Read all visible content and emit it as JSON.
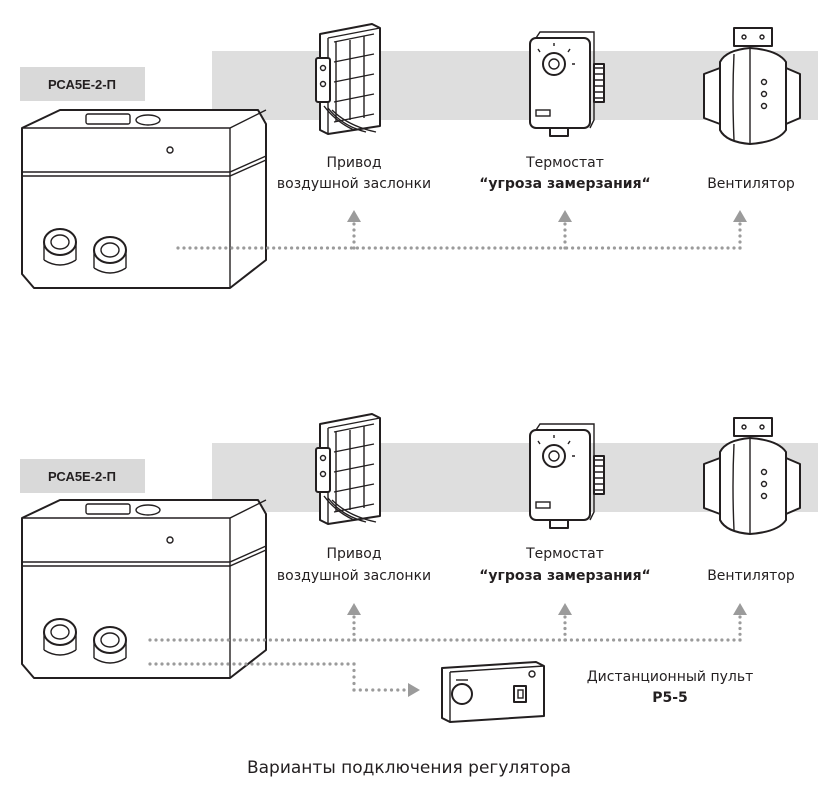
{
  "diagrams": [
    {
      "id": "variant-1",
      "controller_label": "РСА5Е-2-П",
      "devices": [
        {
          "line1": "Привод",
          "line2": "воздушной заслонки"
        },
        {
          "line1": "Термостат",
          "line2": "“угроза замерзания“"
        },
        {
          "line1": "Вентилятор",
          "line2": ""
        }
      ]
    },
    {
      "id": "variant-2",
      "controller_label": "РСА5Е-2-П",
      "devices": [
        {
          "line1": "Привод",
          "line2": "воздушной заслонки"
        },
        {
          "line1": "Термостат",
          "line2": "“угроза замерзания“"
        },
        {
          "line1": "Вентилятор",
          "line2": ""
        }
      ],
      "remote": {
        "line1": "Дистанционный пульт",
        "line2": "Р5-5"
      }
    }
  ],
  "caption": "Варианты подключения регулятора",
  "colors": {
    "band": "#dedede",
    "label_box": "#d9d9d9",
    "line": "#231f20",
    "dots": "#9b9b9b"
  }
}
